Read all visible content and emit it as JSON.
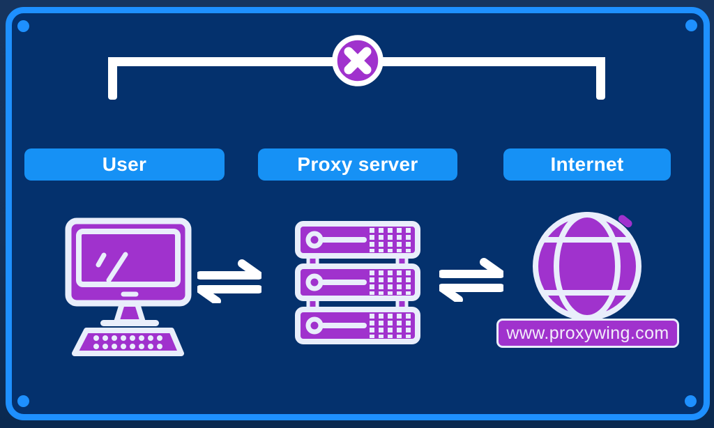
{
  "diagram": {
    "type": "proxy-flow-diagram",
    "nodes": [
      {
        "id": "user",
        "label": "User",
        "icon": "computer-icon"
      },
      {
        "id": "proxy-server",
        "label": "Proxy server",
        "icon": "server-rack-icon"
      },
      {
        "id": "internet",
        "label": "Internet",
        "icon": "globe-icon",
        "caption": "www.proxywing.com"
      }
    ],
    "blocked_direct_connection": {
      "icon": "blocked-x-icon",
      "connects": [
        "user",
        "internet"
      ]
    },
    "connectors": [
      {
        "icon": "exchange-arrows-icon",
        "between": [
          "user",
          "proxy-server"
        ]
      },
      {
        "icon": "exchange-arrows-icon",
        "between": [
          "proxy-server",
          "internet"
        ]
      }
    ],
    "colors": {
      "background_outer": "#13315b",
      "background_inner": "#04316d",
      "frame_blue": "#1e90ff",
      "label_blue": "#1691f5",
      "purple": "#a032cd",
      "icon_outline": "#e9eefb",
      "white": "#ffffff"
    }
  }
}
